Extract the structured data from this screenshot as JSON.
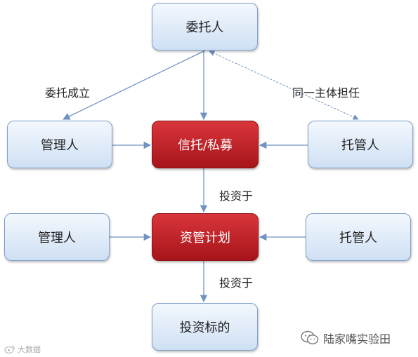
{
  "nodes": {
    "entrustor": "委托人",
    "manager_top": "管理人",
    "trust": "信托/私募",
    "custodian_top": "托管人",
    "manager_bottom": "管理人",
    "asset_plan": "资管计划",
    "custodian_bottom": "托管人",
    "target": "投资标的"
  },
  "labels": {
    "entrust_established": "委托成立",
    "same_entity": "同一主体担任",
    "invest_in_1": "投资于",
    "invest_in_2": "投资于"
  },
  "watermark": {
    "right_text": "陆家嘴实验田",
    "right_icon": "wechat-icon",
    "left_text": "大数据",
    "left_icon": "weibo-icon"
  },
  "colors": {
    "blue_box": "#cfe0f4",
    "red_box": "#c0282d",
    "arrow": "#6f93c2"
  }
}
